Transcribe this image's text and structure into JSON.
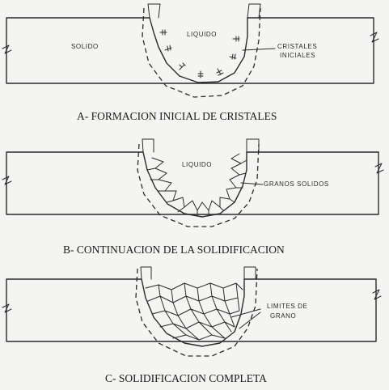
{
  "panel_a": {
    "solid_label": "SOLIDO",
    "liquid_label": "LIQUIDO",
    "crystals_label_line1": "CRISTALES",
    "crystals_label_line2": "INICIALES",
    "caption": "A- FORMACION INICIAL DE CRISTALES"
  },
  "panel_b": {
    "liquid_label": "LIQUIDO",
    "grains_label": "GRANOS SOLIDOS",
    "caption": "B- CONTINUACION DE LA SOLIDIFICACION"
  },
  "panel_c": {
    "boundaries_label_line1": "LIMITES DE",
    "boundaries_label_line2": "GRANO",
    "caption": "C- SOLIDIFICACION COMPLETA"
  }
}
